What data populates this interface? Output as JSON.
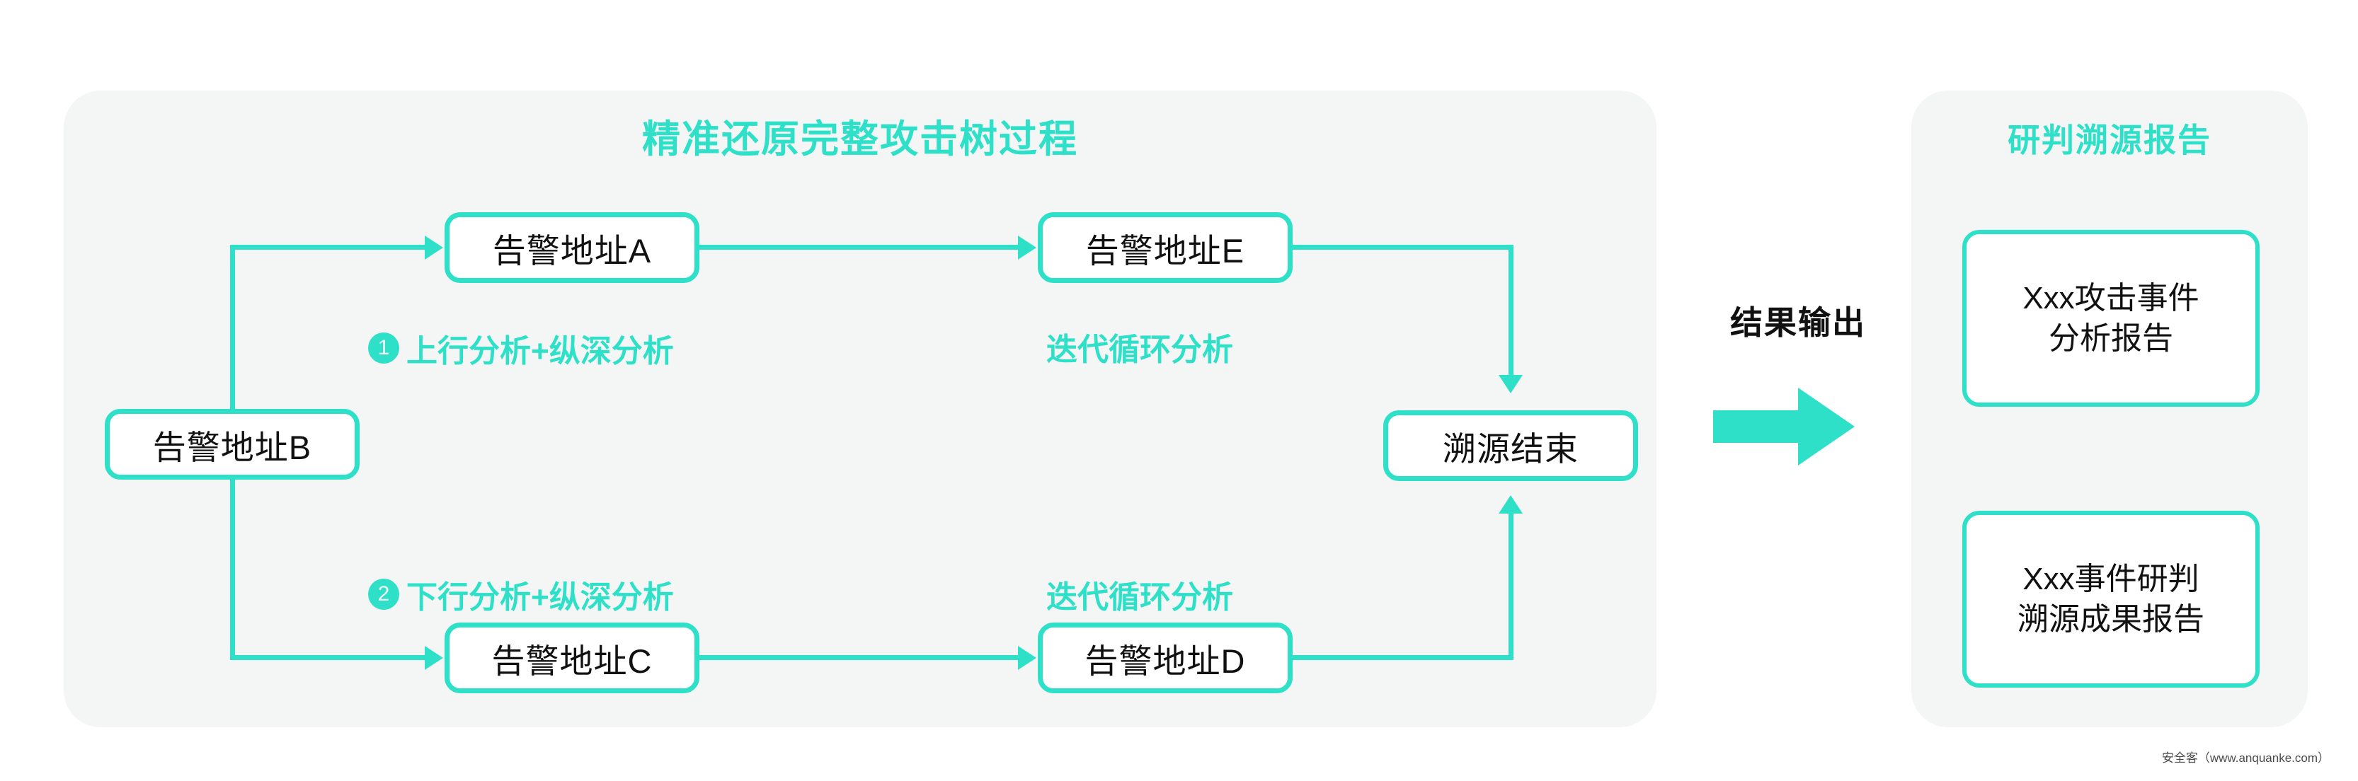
{
  "left_panel": {
    "title": "精准还原完整攻击树过程",
    "nodes": {
      "a": "告警地址A",
      "b": "告警地址B",
      "c": "告警地址C",
      "d": "告警地址D",
      "e": "告警地址E",
      "end": "溯源结束"
    },
    "steps": [
      {
        "badge": "1",
        "label": "上行分析+纵深分析"
      },
      {
        "badge": "2",
        "label": "下行分析+纵深分析"
      }
    ],
    "loop_labels": {
      "top": "迭代循环分析",
      "bottom": "迭代循环分析"
    }
  },
  "middle": {
    "output_label": "结果输出",
    "arrow_icon": "thick-right-arrow-icon"
  },
  "right_panel": {
    "title": "研判溯源报告",
    "reports": [
      {
        "line1": "Xxx攻击事件",
        "line2": "分析报告"
      },
      {
        "line1": "Xxx事件研判",
        "line2": "溯源成果报告"
      }
    ]
  },
  "watermark": "安全客（www.anquanke.com）",
  "colors": {
    "accent": "#2FE0C8",
    "panel_bg": "#F4F6F5",
    "node_bg": "#FFFFFF",
    "text": "#111111",
    "page_bg": "#FFFFFF"
  }
}
